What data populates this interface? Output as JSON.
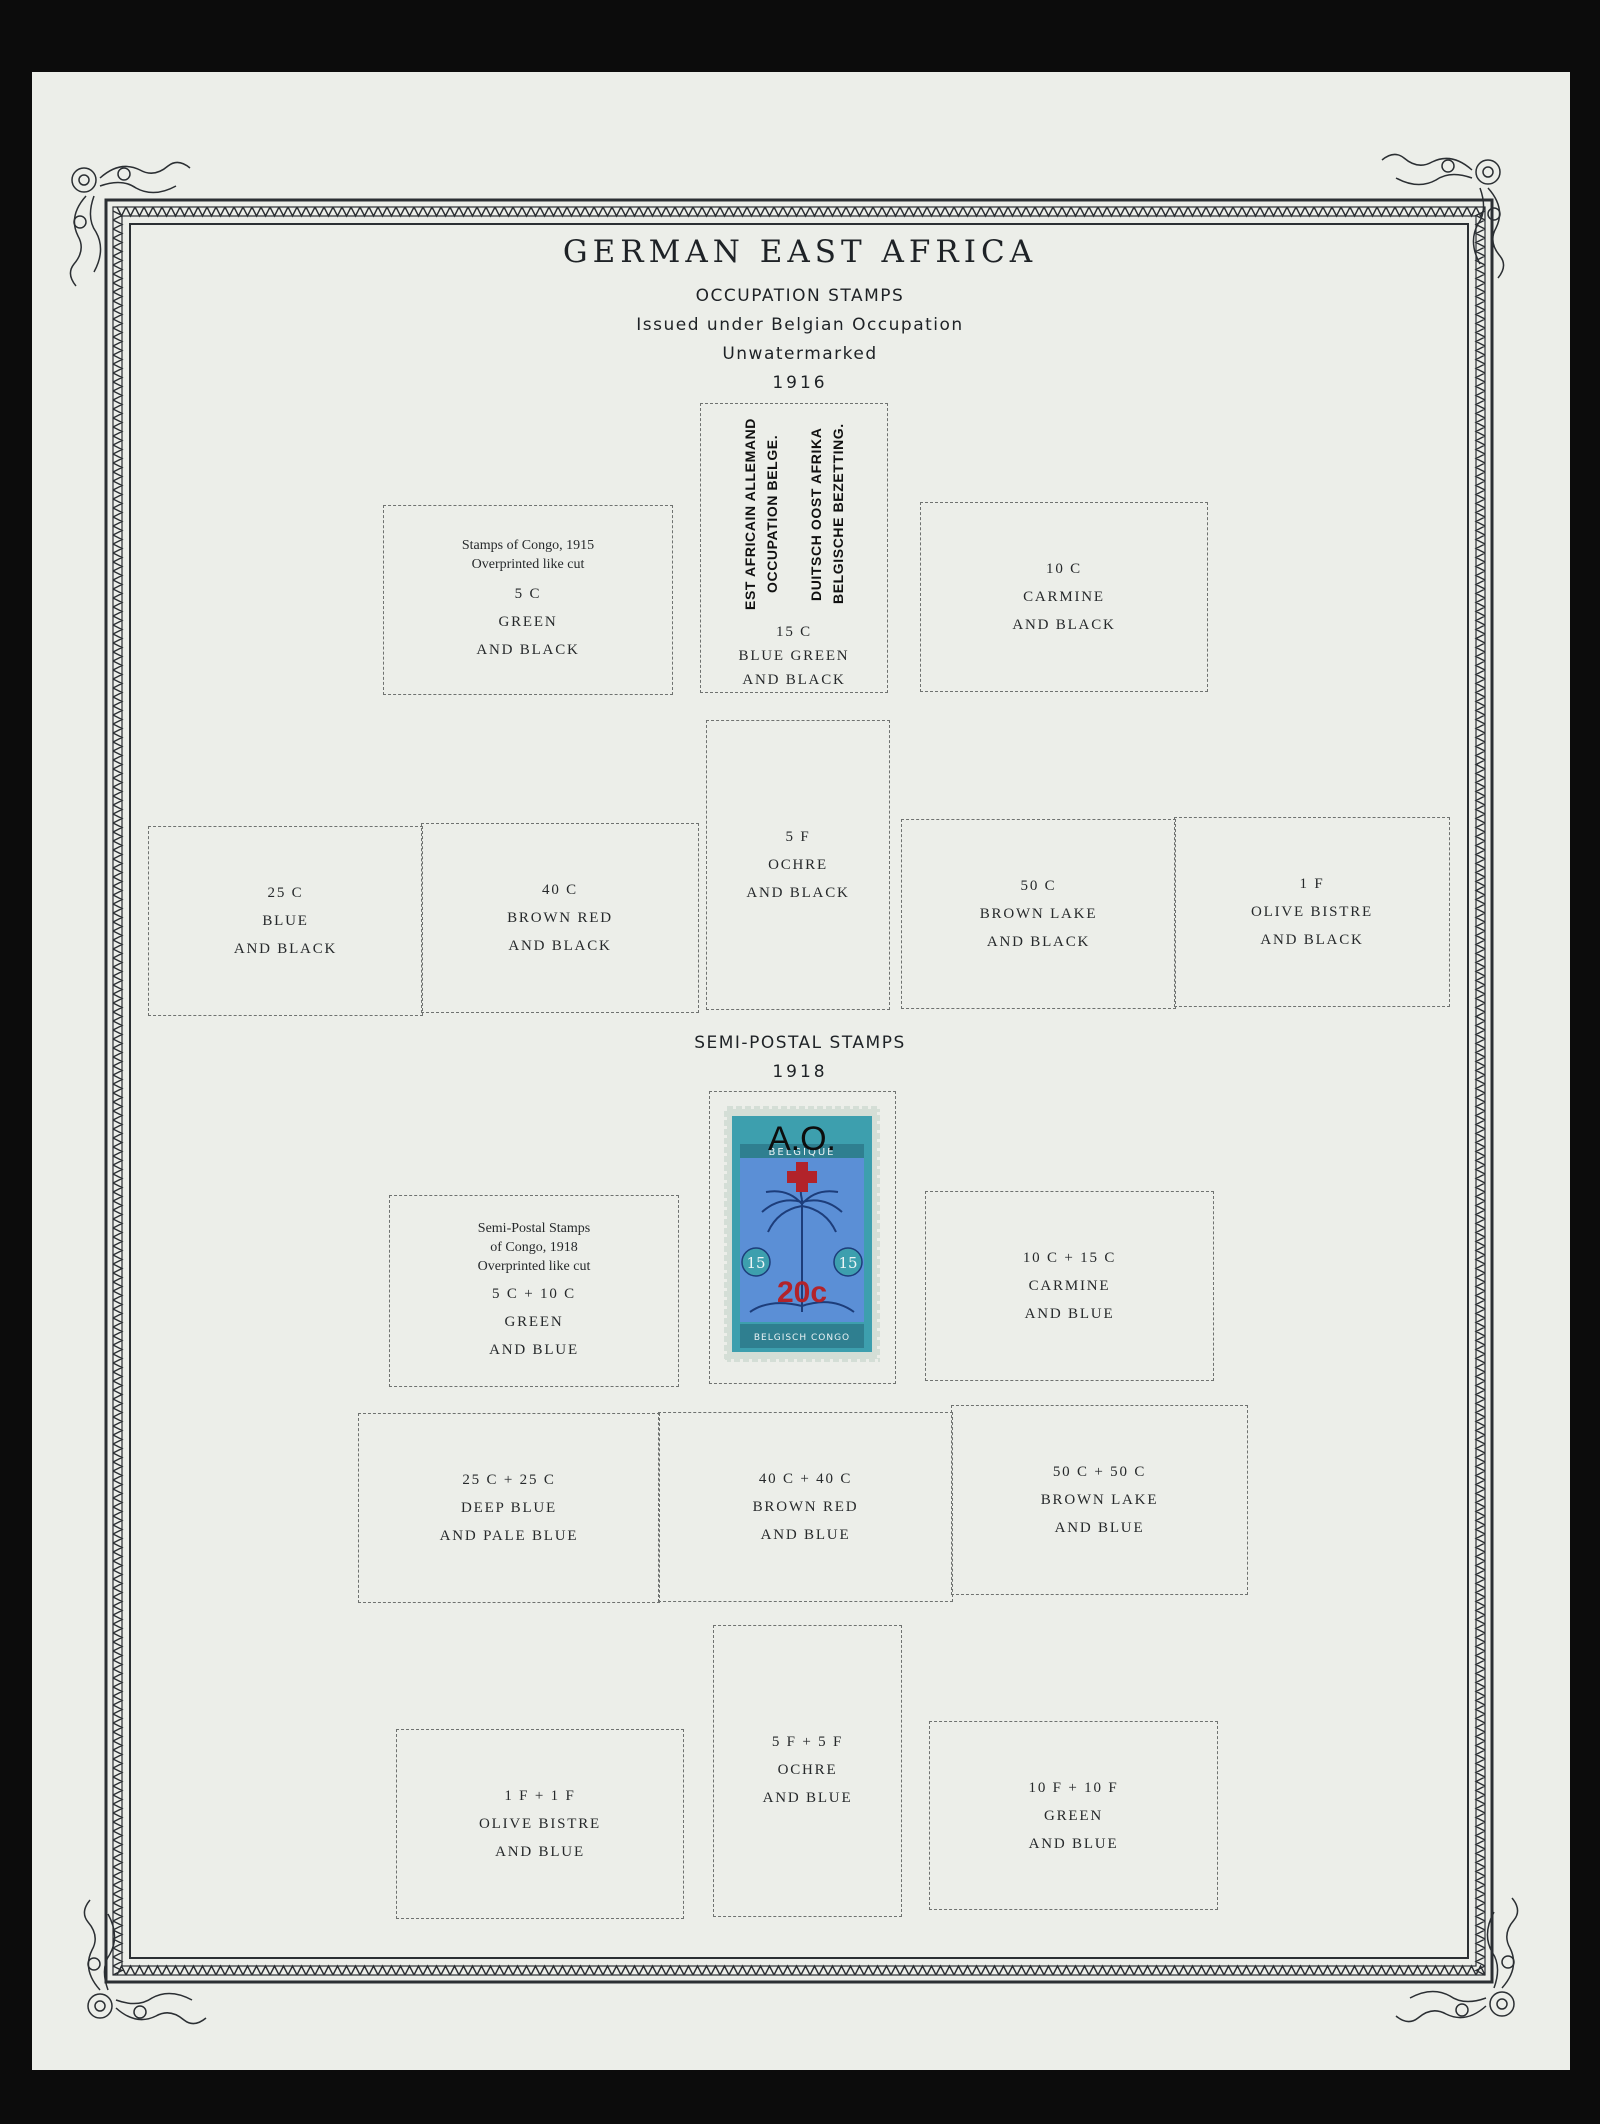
{
  "header": {
    "title": "GERMAN EAST AFRICA",
    "subtitle": "OCCUPATION STAMPS",
    "issued": "Issued under Belgian Occupation",
    "watermark": "Unwatermarked",
    "year1": "1916",
    "section2": "SEMI-POSTAL STAMPS",
    "year2": "1918"
  },
  "overprint_cut": {
    "left_lines": [
      "EST AFRICAIN ALLEMAND",
      "OCCUPATION BELGE."
    ],
    "right_lines": [
      "DUITSCH OOST AFRIKA",
      "BELGISCHE BEZETTING."
    ]
  },
  "occupation": [
    {
      "note": [
        "Stamps of Congo, 1915",
        "Overprinted like cut"
      ],
      "lines": [
        "5 C",
        "GREEN",
        "AND BLACK"
      ]
    },
    {
      "note": [],
      "lines": [
        "15 C",
        "BLUE GREEN",
        "AND BLACK"
      ]
    },
    {
      "note": [],
      "lines": [
        "10 C",
        "CARMINE",
        "AND BLACK"
      ]
    },
    {
      "note": [],
      "lines": [
        "25 C",
        "BLUE",
        "AND BLACK"
      ]
    },
    {
      "note": [],
      "lines": [
        "40 C",
        "BROWN RED",
        "AND BLACK"
      ]
    },
    {
      "note": [],
      "lines": [
        "5 F",
        "OCHRE",
        "AND BLACK"
      ]
    },
    {
      "note": [],
      "lines": [
        "50 C",
        "BROWN LAKE",
        "AND BLACK"
      ]
    },
    {
      "note": [],
      "lines": [
        "1 F",
        "OLIVE BISTRE",
        "AND BLACK"
      ]
    }
  ],
  "semipostal": [
    {
      "note": [
        "Semi-Postal Stamps",
        "of Congo, 1918",
        "Overprinted like cut"
      ],
      "lines": [
        "5 C + 10 C",
        "GREEN",
        "AND BLUE"
      ]
    },
    {
      "note": [],
      "lines": [
        "10 C + 15 C",
        "CARMINE",
        "AND BLUE"
      ]
    },
    {
      "note": [],
      "lines": [
        "25 C + 25 C",
        "DEEP BLUE",
        "AND PALE BLUE"
      ]
    },
    {
      "note": [],
      "lines": [
        "40 C + 40 C",
        "BROWN RED",
        "AND BLUE"
      ]
    },
    {
      "note": [],
      "lines": [
        "50 C + 50 C",
        "BROWN LAKE",
        "AND BLUE"
      ]
    },
    {
      "note": [],
      "lines": [
        "1 F + 1 F",
        "OLIVE BISTRE",
        "AND BLUE"
      ]
    },
    {
      "note": [],
      "lines": [
        "5 F + 5 F",
        "OCHRE",
        "AND BLUE"
      ]
    },
    {
      "note": [],
      "lines": [
        "10 F + 10 F",
        "GREEN",
        "AND BLUE"
      ]
    }
  ],
  "stamp": {
    "overprint": "A.O.",
    "surcharge": "20c",
    "value_left": "15",
    "value_right": "15",
    "top_text": "BELGIQUE",
    "bottom_text": "BELGISCH CONGO",
    "colors": {
      "frame": "#3d9fae",
      "center": "#5b8fd6",
      "overprint": "#0d0d0d",
      "surcharge": "#b2232a"
    }
  },
  "colors": {
    "page": "#eceee9",
    "background": "#0c0c0c",
    "ink": "#1e2226",
    "border": "#2b2f33"
  }
}
